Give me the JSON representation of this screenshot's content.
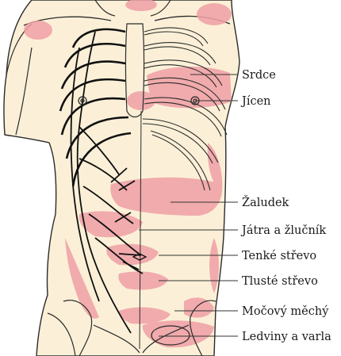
{
  "diagram": {
    "labels": [
      {
        "id": "srdce",
        "text": "Srdce"
      },
      {
        "id": "jicen",
        "text": "Jícen"
      },
      {
        "id": "zaludek",
        "text": "Žaludek"
      },
      {
        "id": "jatra",
        "text": "Játra a žlučník"
      },
      {
        "id": "tenke",
        "text": "Tenké střevo"
      },
      {
        "id": "tluste",
        "text": "Tlusté střevo"
      },
      {
        "id": "mocovy",
        "text": "Močový měchý"
      },
      {
        "id": "ledviny",
        "text": "Ledviny a varla"
      }
    ],
    "colors": {
      "skin": "#fbf0d7",
      "outline": "#2b2b2b",
      "referred_pain_zone": "#f0a0a6",
      "nerve": "#111111",
      "leader_line": "#333333"
    }
  }
}
